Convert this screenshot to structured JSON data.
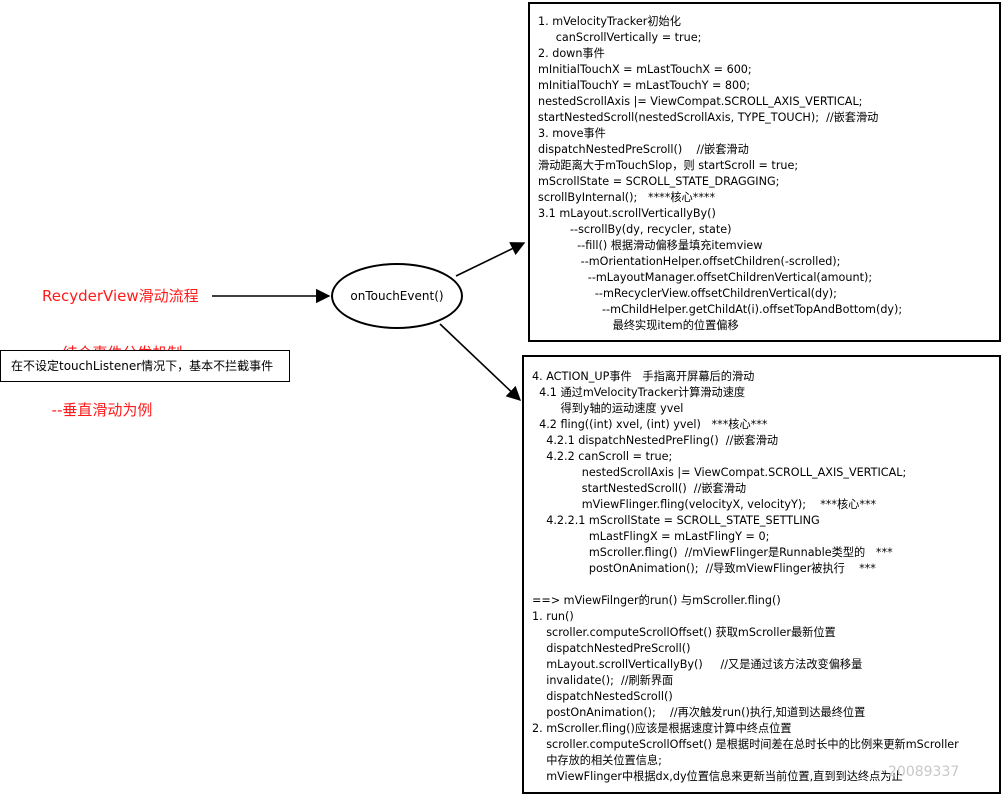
{
  "title_lines": [
    "RecyderView滑动流程",
    "  --结合事件分发机制",
    "  --垂直滑动为例"
  ],
  "note_text": "在不设定touchListener情况下，基本不拦截事件",
  "center_node": "onTouchEvent()",
  "box1_lines": [
    "1. mVelocityTracker初始化",
    "     canScrollVertically = true;",
    "2. down事件",
    "mInitialTouchX = mLastTouchX = 600;",
    "mInitialTouchY = mLastTouchY = 800;",
    "nestedScrollAxis |= ViewCompat.SCROLL_AXIS_VERTICAL;",
    "startNestedScroll(nestedScrollAxis, TYPE_TOUCH);  //嵌套滑动",
    "3. move事件",
    "dispatchNestedPreScroll()    //嵌套滑动",
    "滑动距离大于mTouchSlop，则 startScroll = true;",
    "mScrollState = SCROLL_STATE_DRAGGING;",
    "scrollByInternal();   ****核心****",
    "3.1 mLayout.scrollVerticallyBy()",
    "         --scrollBy(dy, recycler, state)",
    "           --fill() 根据滑动偏移量填充itemview",
    "            --mOrientationHelper.offsetChildren(-scrolled);",
    "              --mLayoutManager.offsetChildrenVertical(amount);",
    "                --mRecyclerView.offsetChildrenVertical(dy);",
    "                  --mChildHelper.getChildAt(i).offsetTopAndBottom(dy);",
    "                     最终实现item的位置偏移"
  ],
  "box2_lines": [
    "4. ACTION_UP事件   手指离开屏幕后的滑动",
    "  4.1 通过mVelocityTracker计算滑动速度",
    "        得到y轴的运动速度 yvel",
    "  4.2 fling((int) xvel, (int) yvel)   ***核心***",
    "    4.2.1 dispatchNestedPreFling()  //嵌套滑动",
    "    4.2.2 canScroll = true;",
    "              nestedScrollAxis |= ViewCompat.SCROLL_AXIS_VERTICAL;",
    "              startNestedScroll()  //嵌套滑动",
    "              mViewFlinger.fling(velocityX, velocityY);    ***核心***",
    "    4.2.2.1 mScrollState = SCROLL_STATE_SETTLING",
    "                mLastFlingX = mLastFlingY = 0;",
    "                mScroller.fling()  //mViewFlinger是Runnable类型的   ***",
    "                postOnAnimation();  //导致mViewFlinger被执行    ***",
    "",
    "==> mViewFilnger的run() 与mScroller.fling()",
    "1. run()",
    "    scroller.computeScrollOffset() 获取mScroller最新位置",
    "    dispatchNestedPreScroll()",
    "    mLayout.scrollVerticallyBy()     //又是通过该方法改变偏移量",
    "    invalidate();  //刷新界面",
    "    dispatchNestedScroll()",
    "    postOnAnimation();    //再次触发run()执行,知道到达最终位置",
    "2. mScroller.fling()应该是根据速度计算中终点位置",
    "    scroller.computeScrollOffset() 是根据时间差在总时长中的比例来更新mScroller",
    "    中存放的相关位置信息;",
    "    mViewFlinger中根据dx,dy位置信息来更新当前位置,直到到达终点为止"
  ],
  "watermark": "20089337",
  "colors": {
    "title": "#ff1a1a",
    "line": "#000000"
  }
}
